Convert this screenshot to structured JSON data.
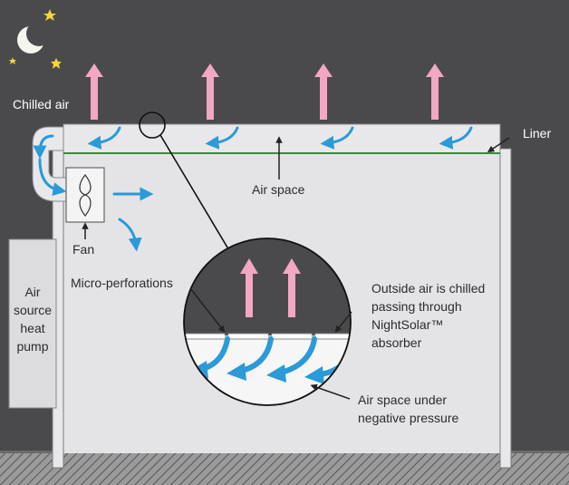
{
  "labels": {
    "chilled_air": "Chilled air",
    "liner": "Liner",
    "air_space": "Air space",
    "fan": "Fan",
    "heat_pump": "Air\nsource\nheat\npump",
    "micro_perforations": "Micro-perforations",
    "outside_air": "Outside air is chilled\npassing through\nNightSolar™\nabsorber",
    "negative_pressure": "Air space under\nnegative pressure"
  },
  "colors": {
    "night_sky": "#4a4a4c",
    "building": "#e4e4e6",
    "panel_outline": "#7a7a7c",
    "liner": "#3e8a3e",
    "airflow_blue": "#2a9ad8",
    "heat_pink": "#f2a7c3",
    "moon_star": "#f5d538"
  }
}
